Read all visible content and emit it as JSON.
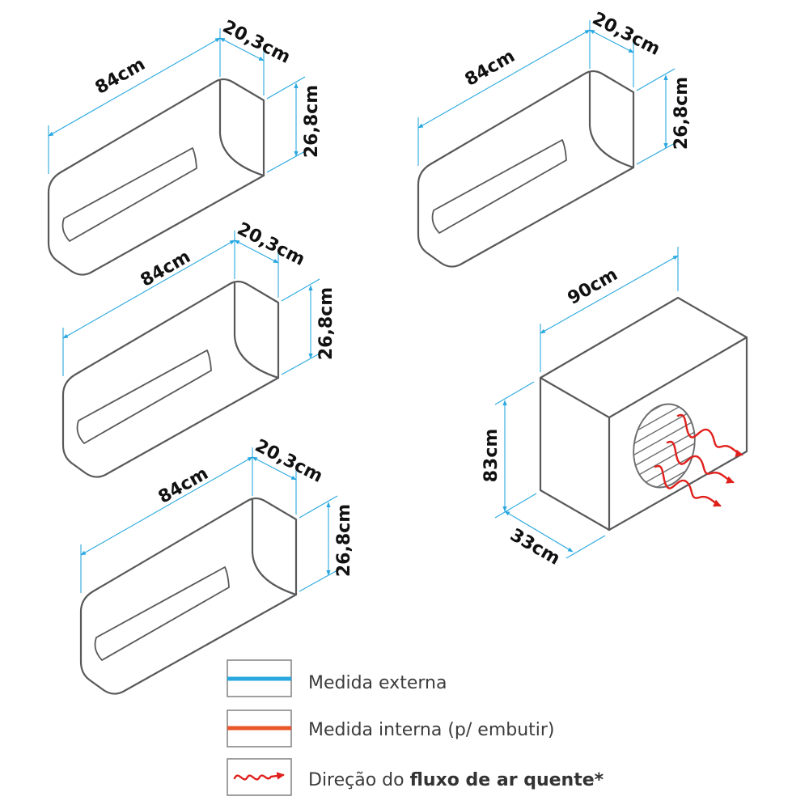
{
  "indoor_units": [
    {
      "width_label": "84cm",
      "depth_label": "20,3cm",
      "height_label": "26,8cm"
    },
    {
      "width_label": "84cm",
      "depth_label": "20,3cm",
      "height_label": "26,8cm"
    },
    {
      "width_label": "84cm",
      "depth_label": "20,3cm",
      "height_label": "26,8cm"
    },
    {
      "width_label": "84cm",
      "depth_label": "20,3cm",
      "height_label": "26,8cm"
    }
  ],
  "outdoor_unit": {
    "width_label": "90cm",
    "height_label": "83cm",
    "depth_label": "33cm"
  },
  "legend": {
    "external": "Medida externa",
    "internal": "Medida interna (p/ embutir)",
    "airflow_prefix": "Direção do ",
    "airflow_bold": "fluxo de ar quente*"
  },
  "colors": {
    "external": "#29a8e0",
    "internal": "#e8562a",
    "airflow": "#e0201c",
    "outline": "#58595b"
  }
}
